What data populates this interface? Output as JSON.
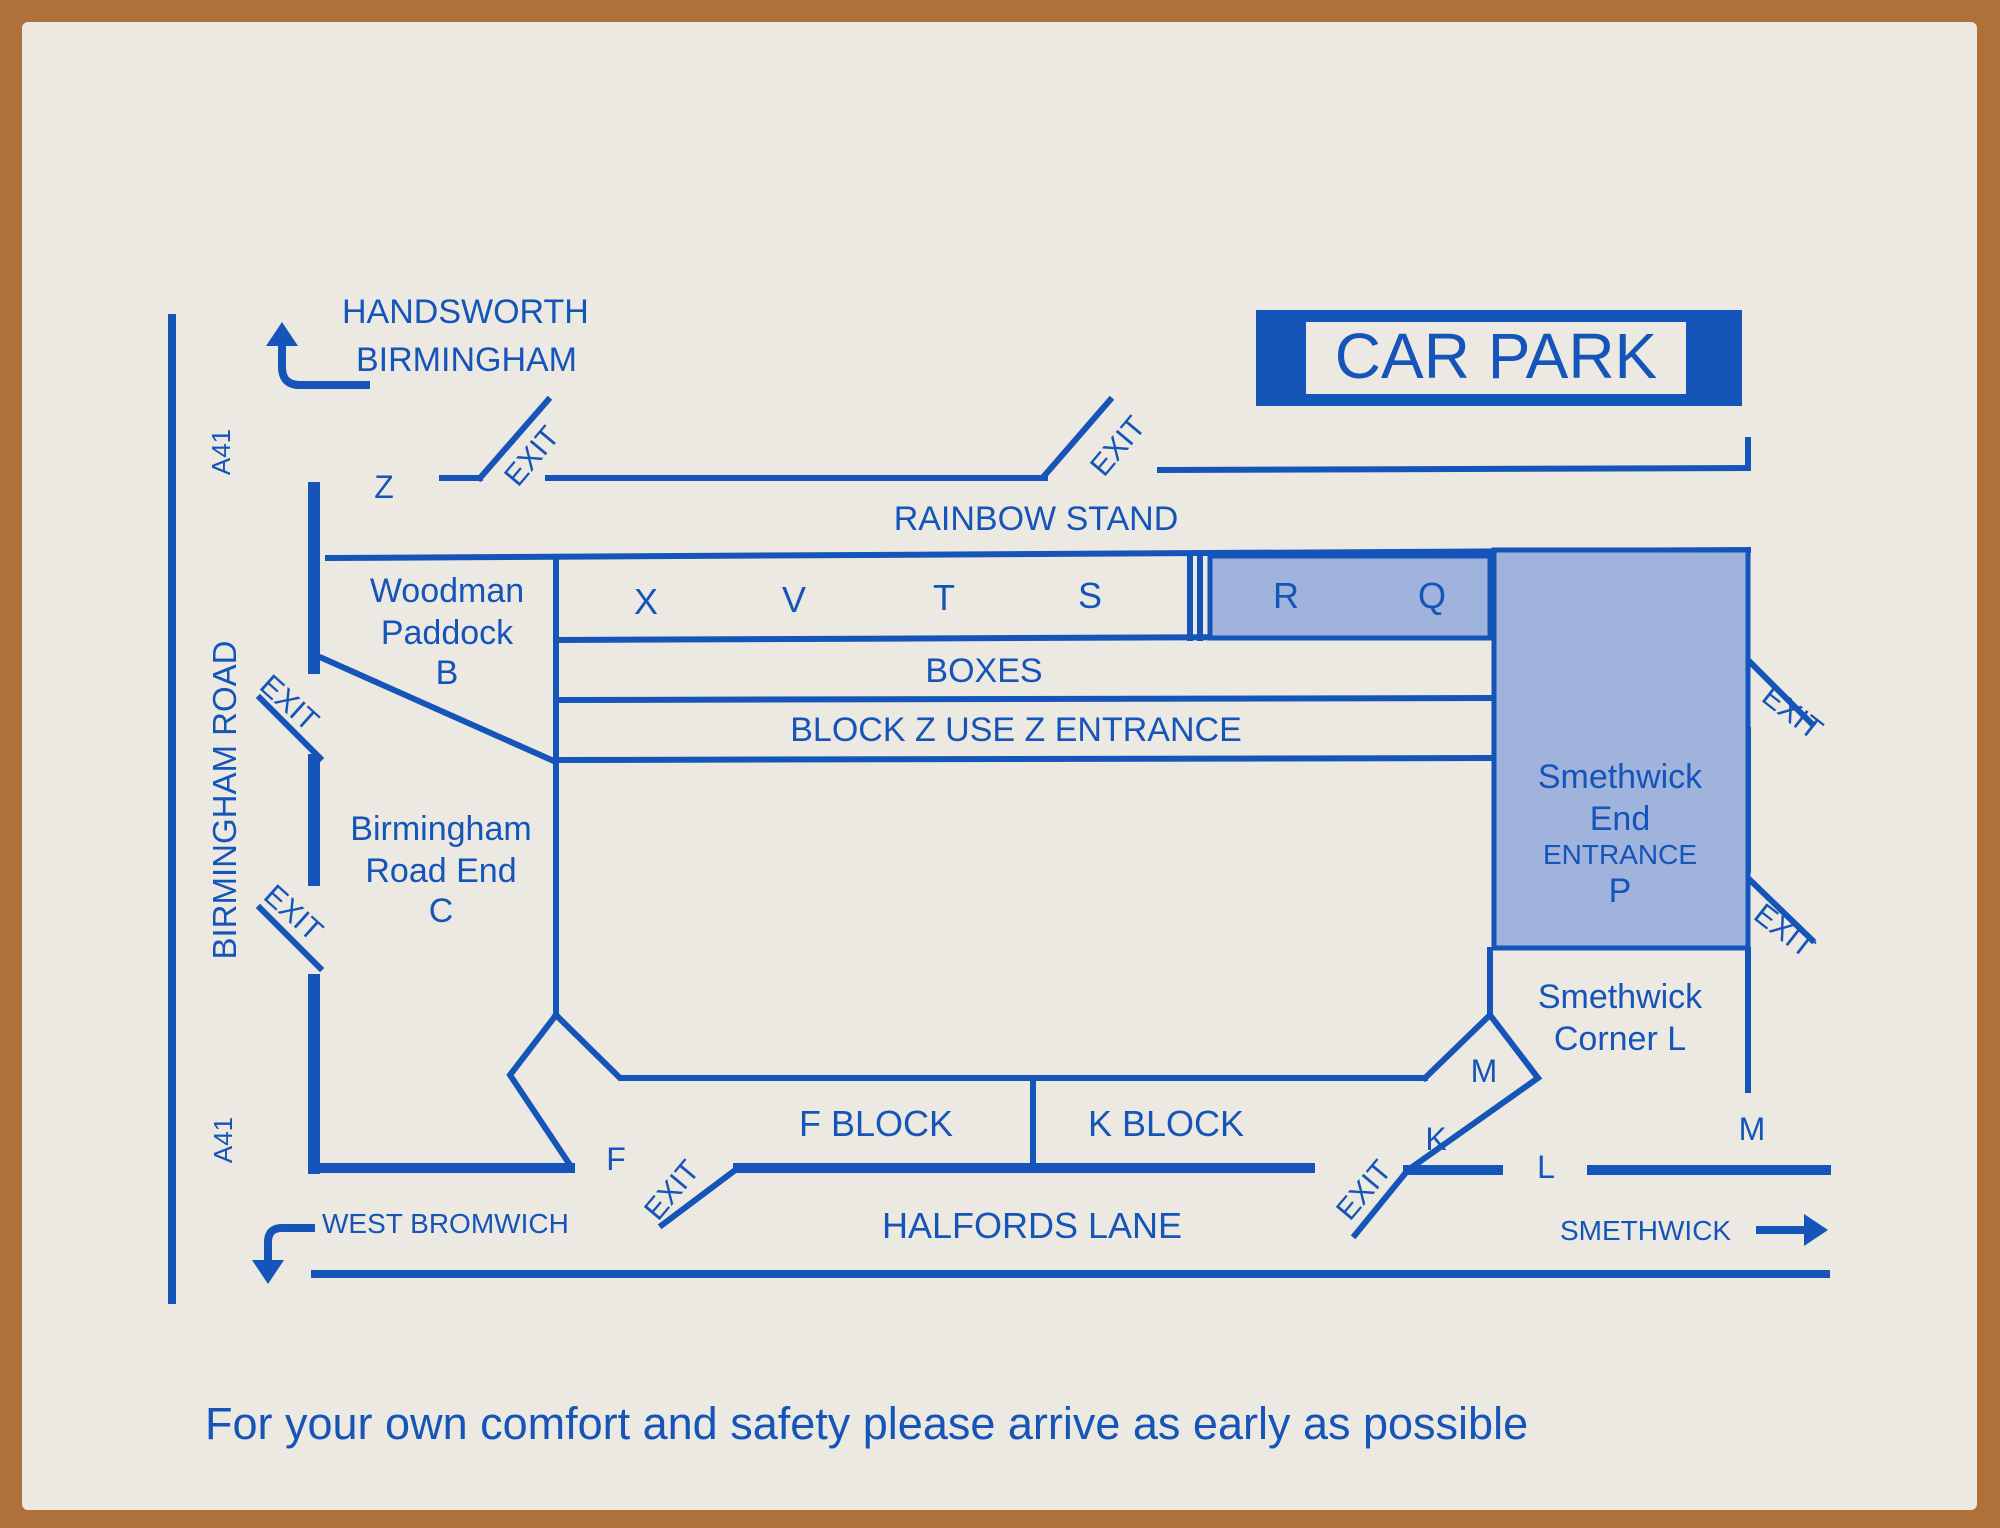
{
  "colors": {
    "ink": "#1554b8",
    "shade": "#9fb3dc",
    "paper": "#ece9e2",
    "table": "#b0703a"
  },
  "title": "CAR PARK",
  "directions": {
    "handsworth": "HANDSWORTH",
    "birmingham": "BIRMINGHAM",
    "west_bromwich": "WEST BROMWICH",
    "smethwick": "SMETHWICK"
  },
  "roads": {
    "a41_top": "A41",
    "a41_bottom": "A41",
    "birmingham_road": "BIRMINGHAM ROAD",
    "halfords_lane": "HALFORDS LANE"
  },
  "stands": {
    "rainbow": "RAINBOW STAND",
    "boxes": "BOXES",
    "block_z": "BLOCK Z USE Z ENTRANCE",
    "f_block": "F BLOCK",
    "k_block": "K BLOCK",
    "woodman": [
      "Woodman",
      "Paddock",
      "B"
    ],
    "birmingham_road_end": [
      "Birmingham",
      "Road End",
      "C"
    ],
    "smethwick_end": [
      "Smethwick",
      "End",
      "ENTRANCE",
      "P"
    ],
    "smethwick_corner": [
      "Smethwick",
      "Corner L"
    ]
  },
  "blocks": [
    "X",
    "V",
    "T",
    "S",
    "R",
    "Q"
  ],
  "gate_letters": {
    "z": "Z",
    "f": "F",
    "k": "K",
    "l": "L",
    "m_inner": "M",
    "m_outer": "M"
  },
  "exit_label": "EXIT",
  "footer": "For your own comfort and safety please arrive as early as possible"
}
